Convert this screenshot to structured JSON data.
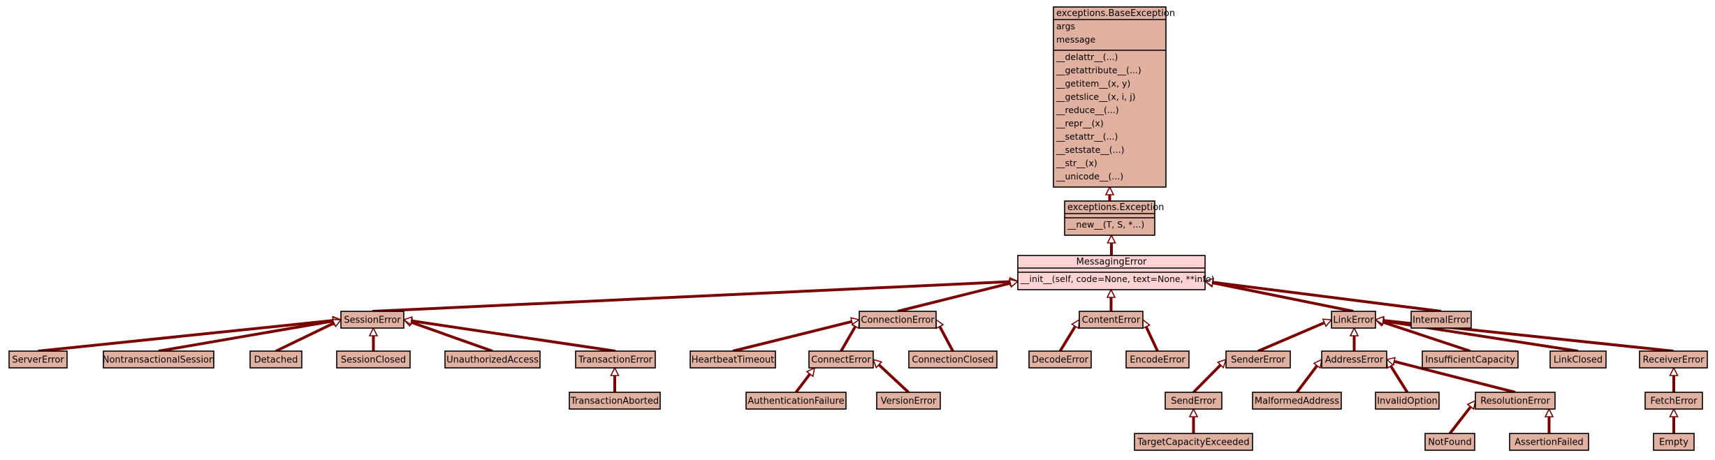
{
  "diagram": {
    "colors": {
      "box_fill": "#e0b0a0",
      "highlight_fill": "#ffd3d3",
      "edge": "#7a0000",
      "border": "#000000"
    },
    "nodes": {
      "BaseException": {
        "title": "exceptions.BaseException",
        "attributes": [
          "args",
          "message"
        ],
        "methods": [
          "__delattr__(...)",
          "__getattribute__(...)",
          "__getitem__(x, y)",
          "__getslice__(x, i, j)",
          "__reduce__(...)",
          "__repr__(x)",
          "__setattr__(...)",
          "__setstate__(...)",
          "__str__(x)",
          "__unicode__(...)"
        ]
      },
      "Exception": {
        "title": "exceptions.Exception",
        "attributes": [],
        "methods": [
          "__new__(T, S, *...)"
        ]
      },
      "MessagingError": {
        "title": "MessagingError",
        "attributes": [],
        "methods": [
          "__init__(self, code=None, text=None, **info)"
        ]
      },
      "SessionError": {
        "title": "SessionError"
      },
      "ConnectionError": {
        "title": "ConnectionError"
      },
      "ContentError": {
        "title": "ContentError"
      },
      "LinkError": {
        "title": "LinkError"
      },
      "InternalError": {
        "title": "InternalError"
      },
      "ServerError": {
        "title": "ServerError"
      },
      "NontransactionalSession": {
        "title": "NontransactionalSession"
      },
      "Detached": {
        "title": "Detached"
      },
      "SessionClosed": {
        "title": "SessionClosed"
      },
      "UnauthorizedAccess": {
        "title": "UnauthorizedAccess"
      },
      "TransactionError": {
        "title": "TransactionError"
      },
      "TransactionAborted": {
        "title": "TransactionAborted"
      },
      "HeartbeatTimeout": {
        "title": "HeartbeatTimeout"
      },
      "ConnectError": {
        "title": "ConnectError"
      },
      "ConnectionClosed": {
        "title": "ConnectionClosed"
      },
      "AuthenticationFailure": {
        "title": "AuthenticationFailure"
      },
      "VersionError": {
        "title": "VersionError"
      },
      "DecodeError": {
        "title": "DecodeError"
      },
      "EncodeError": {
        "title": "EncodeError"
      },
      "SenderError": {
        "title": "SenderError"
      },
      "AddressError": {
        "title": "AddressError"
      },
      "InsufficientCapacity": {
        "title": "InsufficientCapacity"
      },
      "LinkClosed": {
        "title": "LinkClosed"
      },
      "ReceiverError": {
        "title": "ReceiverError"
      },
      "SendError": {
        "title": "SendError"
      },
      "TargetCapacityExceeded": {
        "title": "TargetCapacityExceeded"
      },
      "MalformedAddress": {
        "title": "MalformedAddress"
      },
      "InvalidOption": {
        "title": "InvalidOption"
      },
      "ResolutionError": {
        "title": "ResolutionError"
      },
      "NotFound": {
        "title": "NotFound"
      },
      "AssertionFailed": {
        "title": "AssertionFailed"
      },
      "FetchError": {
        "title": "FetchError"
      },
      "Empty": {
        "title": "Empty"
      }
    },
    "edges": [
      [
        "Exception",
        "BaseException"
      ],
      [
        "MessagingError",
        "Exception"
      ],
      [
        "SessionError",
        "MessagingError"
      ],
      [
        "ConnectionError",
        "MessagingError"
      ],
      [
        "ContentError",
        "MessagingError"
      ],
      [
        "LinkError",
        "MessagingError"
      ],
      [
        "InternalError",
        "MessagingError"
      ],
      [
        "ServerError",
        "SessionError"
      ],
      [
        "NontransactionalSession",
        "SessionError"
      ],
      [
        "Detached",
        "SessionError"
      ],
      [
        "SessionClosed",
        "SessionError"
      ],
      [
        "UnauthorizedAccess",
        "SessionError"
      ],
      [
        "TransactionError",
        "SessionError"
      ],
      [
        "TransactionAborted",
        "TransactionError"
      ],
      [
        "HeartbeatTimeout",
        "ConnectionError"
      ],
      [
        "ConnectError",
        "ConnectionError"
      ],
      [
        "ConnectionClosed",
        "ConnectionError"
      ],
      [
        "AuthenticationFailure",
        "ConnectError"
      ],
      [
        "VersionError",
        "ConnectError"
      ],
      [
        "DecodeError",
        "ContentError"
      ],
      [
        "EncodeError",
        "ContentError"
      ],
      [
        "SenderError",
        "LinkError"
      ],
      [
        "AddressError",
        "LinkError"
      ],
      [
        "InsufficientCapacity",
        "LinkError"
      ],
      [
        "LinkClosed",
        "LinkError"
      ],
      [
        "ReceiverError",
        "LinkError"
      ],
      [
        "SendError",
        "SenderError"
      ],
      [
        "TargetCapacityExceeded",
        "SendError"
      ],
      [
        "MalformedAddress",
        "AddressError"
      ],
      [
        "InvalidOption",
        "AddressError"
      ],
      [
        "ResolutionError",
        "AddressError"
      ],
      [
        "NotFound",
        "ResolutionError"
      ],
      [
        "AssertionFailed",
        "ResolutionError"
      ],
      [
        "FetchError",
        "ReceiverError"
      ],
      [
        "Empty",
        "FetchError"
      ]
    ]
  }
}
